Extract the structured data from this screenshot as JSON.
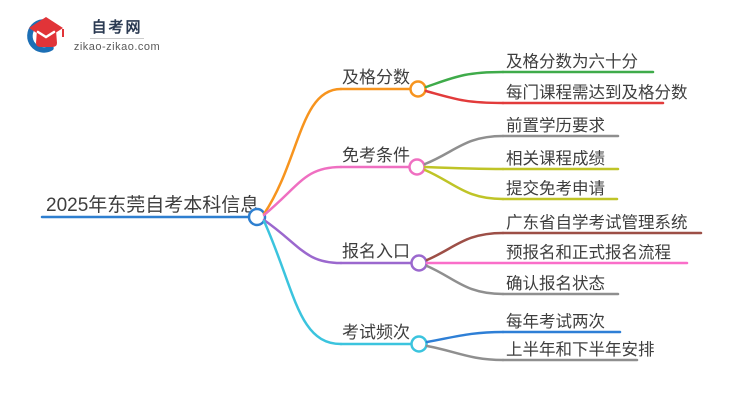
{
  "logo": {
    "title": "自考网",
    "domain": "zikao-zikao.com",
    "icon": "graduation-cap-with-blue-crescent",
    "brand_blue": "#1c6fb5",
    "brand_red": "#e13438"
  },
  "colors": {
    "background": "#ffffff",
    "text": "#3e3e3e"
  },
  "mindmap": {
    "root": {
      "label": "2025年东莞自考本科信息",
      "color": "#2e7fd0"
    },
    "branches": [
      {
        "label": "及格分数",
        "color": "#f7941e",
        "children": [
          {
            "label": "及格分数为六十分",
            "color": "#3fab4a"
          },
          {
            "label": "每门课程需达到及格分数",
            "color": "#e23b3b"
          }
        ]
      },
      {
        "label": "免考条件",
        "color": "#ef6fc1",
        "children": [
          {
            "label": "前置学历要求",
            "color": "#8f8f8f"
          },
          {
            "label": "相关课程成绩",
            "color": "#bfc427"
          },
          {
            "label": "提交免考申请",
            "color": "#bfc427"
          }
        ]
      },
      {
        "label": "报名入口",
        "color": "#9b68ce",
        "children": [
          {
            "label": "广东省自学考试管理系统",
            "color": "#9d4f47"
          },
          {
            "label": "预报名和正式报名流程",
            "color": "#fa6ec9"
          },
          {
            "label": "确认报名状态",
            "color": "#8f8f8f"
          }
        ]
      },
      {
        "label": "考试频次",
        "color": "#3bc4de",
        "children": [
          {
            "label": "每年考试两次",
            "color": "#2e7fd6"
          },
          {
            "label": "上半年和下半年安排",
            "color": "#8f8f8f"
          }
        ]
      }
    ]
  }
}
